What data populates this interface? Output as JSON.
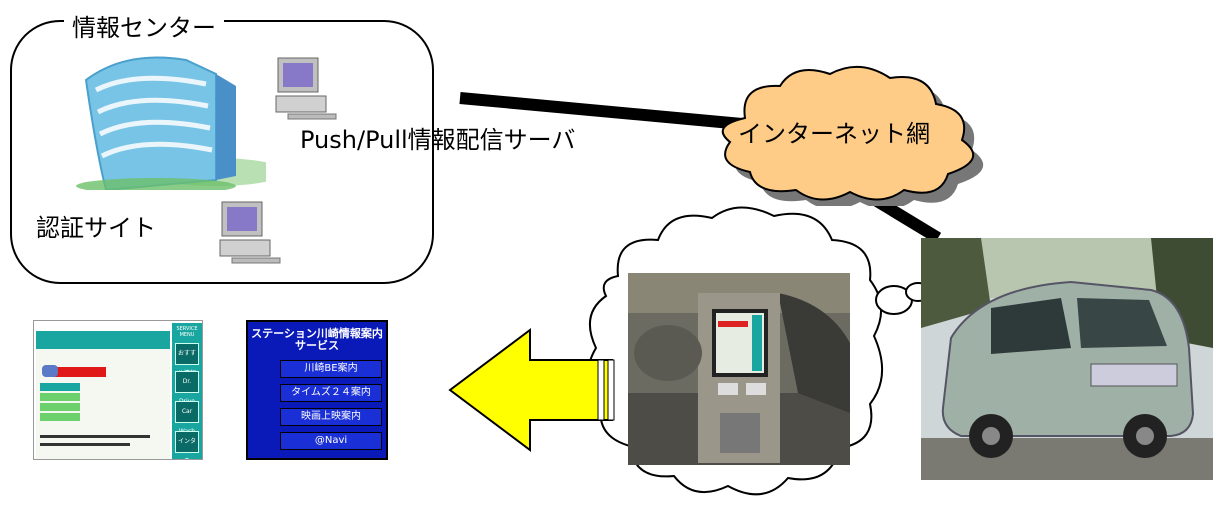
{
  "center": {
    "title": "情報センター",
    "server_label": "Push/Pull情報配信サーバ",
    "auth_label": "認証サイト"
  },
  "internet": {
    "label": "インターネット網"
  },
  "screen_station": {
    "title": "ステーション川崎情報案内サービス",
    "items": [
      "川崎BE案内",
      "タイムズ２４案内",
      "映画上映案内",
      "@Navi"
    ]
  },
  "screen_service": {
    "menu_title": "SERVICE MENU",
    "menu_items": [
      "おすすめ情報",
      "Dr. Drive",
      "Car Wash",
      "インターネットサービス"
    ]
  },
  "colors": {
    "cloud_fill": "#ffcc88",
    "arrow_fill": "#ffff00",
    "station_bg": "#0a1ab8",
    "service_accent": "#1aa6a0"
  }
}
